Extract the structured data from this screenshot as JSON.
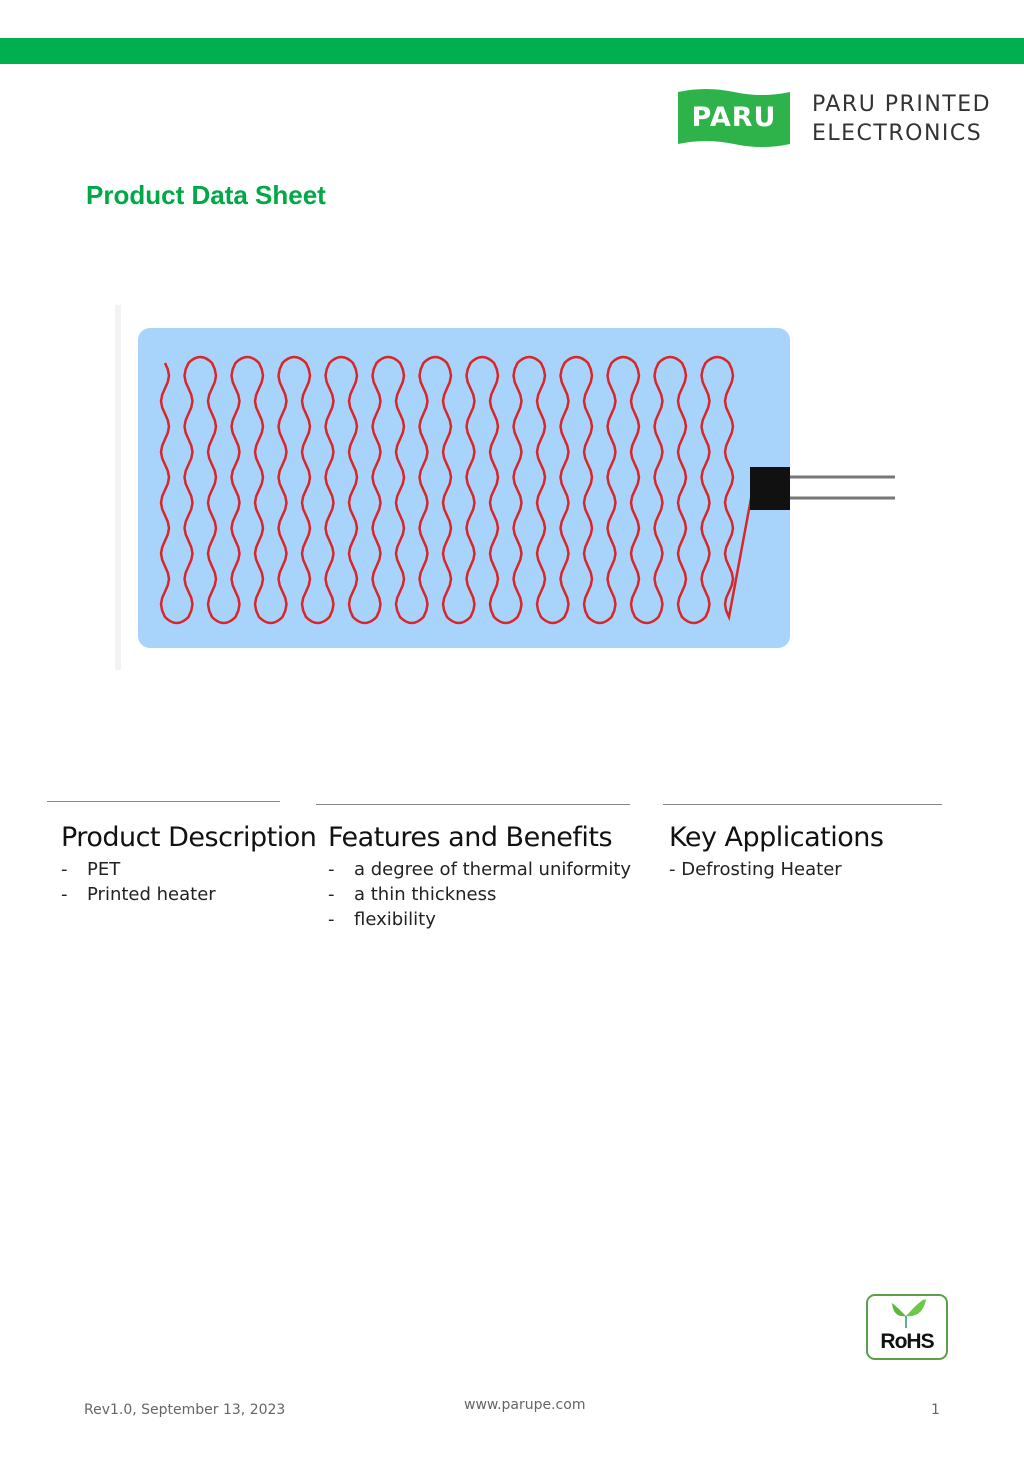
{
  "header": {
    "logo_mark": "PARU",
    "logo_line1": "PARU PRINTED",
    "logo_line2": "ELECTRONICS",
    "brand_color": "#00b050"
  },
  "title": "Product Data Sheet",
  "sections": {
    "description": {
      "heading": "Product Description",
      "items": [
        "PET",
        "Printed heater"
      ]
    },
    "features": {
      "heading": "Features and Benefits",
      "items": [
        "a degree of thermal uniformity",
        "a thin thickness",
        "flexibility"
      ]
    },
    "applications": {
      "heading": "Key Applications",
      "items": [
        "- Defrosting Heater"
      ]
    }
  },
  "badge": "RoHS",
  "footer": {
    "revision": "Rev1.0, September 13, 2023",
    "website": "www.parupe.com",
    "page": "1"
  }
}
